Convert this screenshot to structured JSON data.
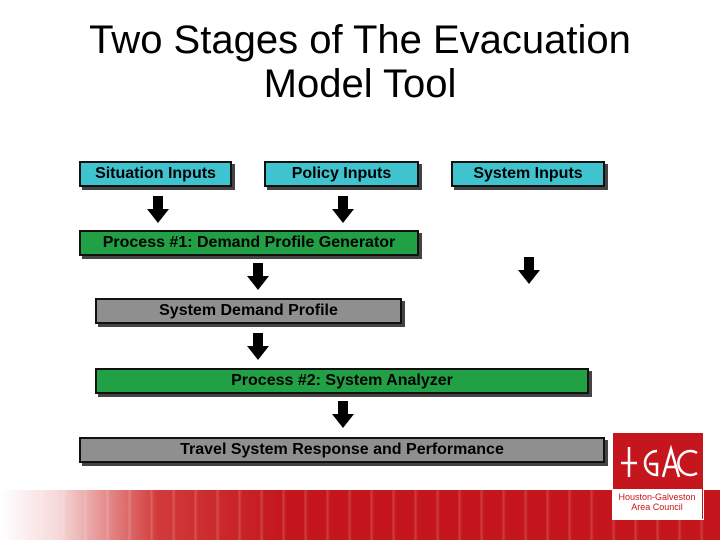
{
  "slide": {
    "title_line1": "Two Stages of The Evacuation",
    "title_line2": "Model Tool"
  },
  "diagram": {
    "situation_inputs": "Situation Inputs",
    "policy_inputs": "Policy Inputs",
    "system_inputs": "System Inputs",
    "process1": "Process #1: Demand Profile Generator",
    "system_demand_profile": "System Demand Profile",
    "process2": "Process #2: System Analyzer",
    "travel_system_response": "Travel System Response and Performance"
  },
  "logo": {
    "line1": "Houston-Galveston",
    "line2": "Area Council"
  },
  "colors": {
    "input_fill": "#3fc3cf",
    "process_fill": "#22a046",
    "output_fill": "#8f8f8f",
    "brand_red": "#c4161c"
  },
  "icons": [
    "down-arrow-icon",
    "hgac-logo-icon"
  ]
}
